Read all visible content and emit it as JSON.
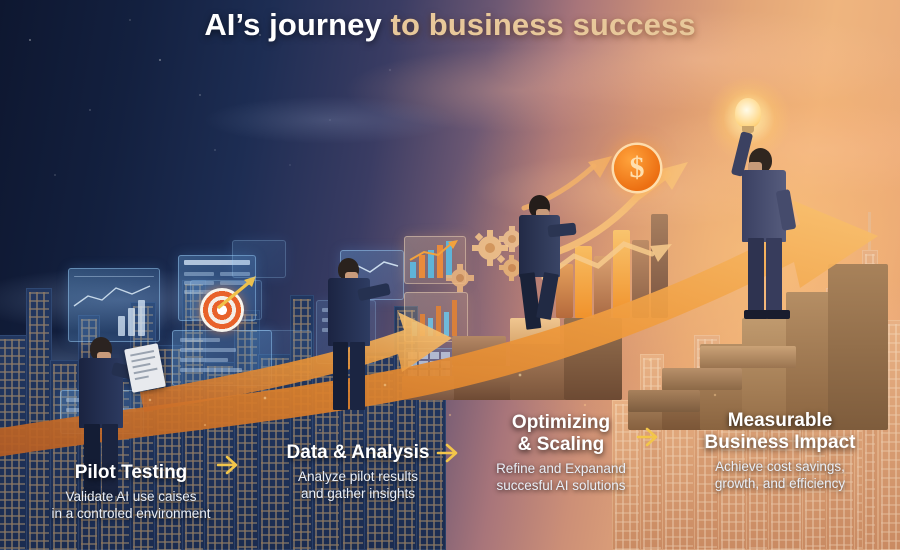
{
  "title": {
    "part_white": "AI’s journey ",
    "part_gold": "to business success",
    "full": "AI’s journey to business success"
  },
  "theme": {
    "gold": "#f0c24a",
    "orange_arrow": "#e0862e",
    "white_text": "#ffffff",
    "gold_text": "#e8c89a",
    "night_sky": "#13203f",
    "sunset_sky": "#e9ab7b",
    "coin_orange": "#ef7f1a"
  },
  "steps": [
    {
      "index": 1,
      "title": "Pilot Testing",
      "desc": "Validate AI use caises\nin a controled environment"
    },
    {
      "index": 2,
      "title": "Data & Analysis",
      "desc": "Analyze pilot results\nand gather insights"
    },
    {
      "index": 3,
      "title": "Optimizing\n& Scaling",
      "desc": "Refine and Expanand\nsuccesful AI solutions"
    },
    {
      "index": 4,
      "title": "Measurable\nBusiness Impact",
      "desc": "Achieve cost savings,\ngrowth, and efficiency"
    }
  ],
  "connectors": [
    {
      "icon": "arrow-right-icon"
    },
    {
      "icon": "arrow-right-icon"
    },
    {
      "icon": "arrow-right-icon"
    }
  ],
  "scene_icons": [
    {
      "name": "target-dartboard-icon"
    },
    {
      "name": "gears-icon"
    },
    {
      "name": "dollar-coin-icon",
      "symbol": "$"
    },
    {
      "name": "lightbulb-icon"
    },
    {
      "name": "bar-chart-icon"
    },
    {
      "name": "line-chart-icon"
    },
    {
      "name": "clipboard-icon"
    },
    {
      "name": "growth-arrow-icon"
    }
  ]
}
